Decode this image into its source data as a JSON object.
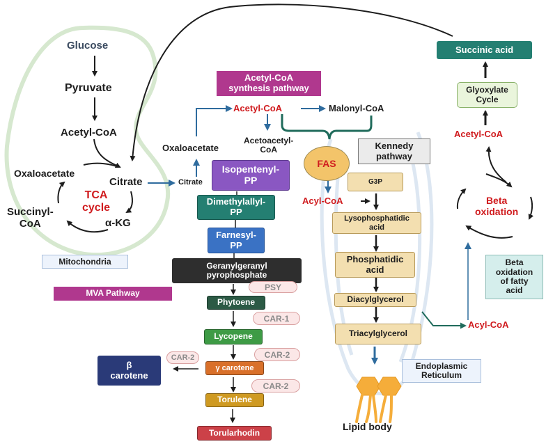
{
  "mitochondria": {
    "glucose": "Glucose",
    "pyruvate": "Pyruvate",
    "acetyl_coa": "Acetyl-CoA",
    "oxaloacetate": "Oxaloacetate",
    "citrate": "Citrate",
    "tca_cycle": "TCA\ncycle",
    "succinyl_coa": "Succinyl-\nCoA",
    "alpha_kg": "α-KG",
    "label": "Mitochondria"
  },
  "acetyl_coa_synthesis": {
    "title": "Acetyl-CoA\nsynthesis pathway",
    "citrate": "Citrate",
    "oxaloacetate": "Oxaloacetate",
    "acetyl_coa": "Acetyl-CoA",
    "malonyl_coa": "Malonyl-CoA",
    "acetoacetyl_coa": "Acetoacetyl-\nCoA"
  },
  "mva_pathway": {
    "label": "MVA Pathway",
    "steps": [
      {
        "label": "Isopentenyl-\nPP",
        "color": "#8a57c2"
      },
      {
        "label": "Dimethylallyl-\nPP",
        "color": "#247f72"
      },
      {
        "label": "Farnesyl-\nPP",
        "color": "#3a72c4"
      },
      {
        "label": "Geranylgeranyl\npyrophosphate",
        "color": "#2e2e2e"
      }
    ]
  },
  "carotenoid_pathway": {
    "steps": [
      {
        "label": "Phytoene",
        "color": "#2c5a45"
      },
      {
        "label": "Lycopene",
        "color": "#3e9b45"
      },
      {
        "label": "γ carotene",
        "color": "#d9702a"
      },
      {
        "label": "Torulene",
        "color": "#cf9a22"
      },
      {
        "label": "Torularhodin",
        "color": "#cc4148"
      }
    ],
    "enzymes": [
      "PSY",
      "CAR-1",
      "CAR-2",
      "CAR-2"
    ],
    "branch_enzyme": "CAR-2",
    "beta_carotene": "β\ncarotene",
    "beta_carotene_color": "#2a3a78"
  },
  "kennedy_pathway": {
    "title": "Kennedy\npathway",
    "fas": "FAS",
    "acyl_coa": "Acyl-CoA",
    "steps": [
      "G3P",
      "Lysophosphatidic\nacid",
      "Phosphatidic\nacid",
      "Diacylglycerol",
      "Triacylglycerol"
    ],
    "er_label": "Endoplasmic\nReticulum",
    "lipid_body": "Lipid body"
  },
  "beta_oxidation": {
    "succinic_acid": "Succinic acid",
    "glyoxylate_cycle": "Glyoxylate\nCycle",
    "acetyl_coa": "Acetyl-CoA",
    "cycle_label": "Beta\noxidation",
    "description": "Beta\noxidation\nof fatty\nacid",
    "acyl_coa": "Acyl-CoA"
  },
  "colors": {
    "highlight_red": "#d01c1f",
    "flow_blue": "#2f6c9e",
    "flow_green": "#1f6b5b",
    "label_magenta": "#b0388e",
    "mito_membrane": "#d6e8cf",
    "kennedy_fill": "#f3dfb0",
    "label_lightblue": "#edf3fc"
  }
}
